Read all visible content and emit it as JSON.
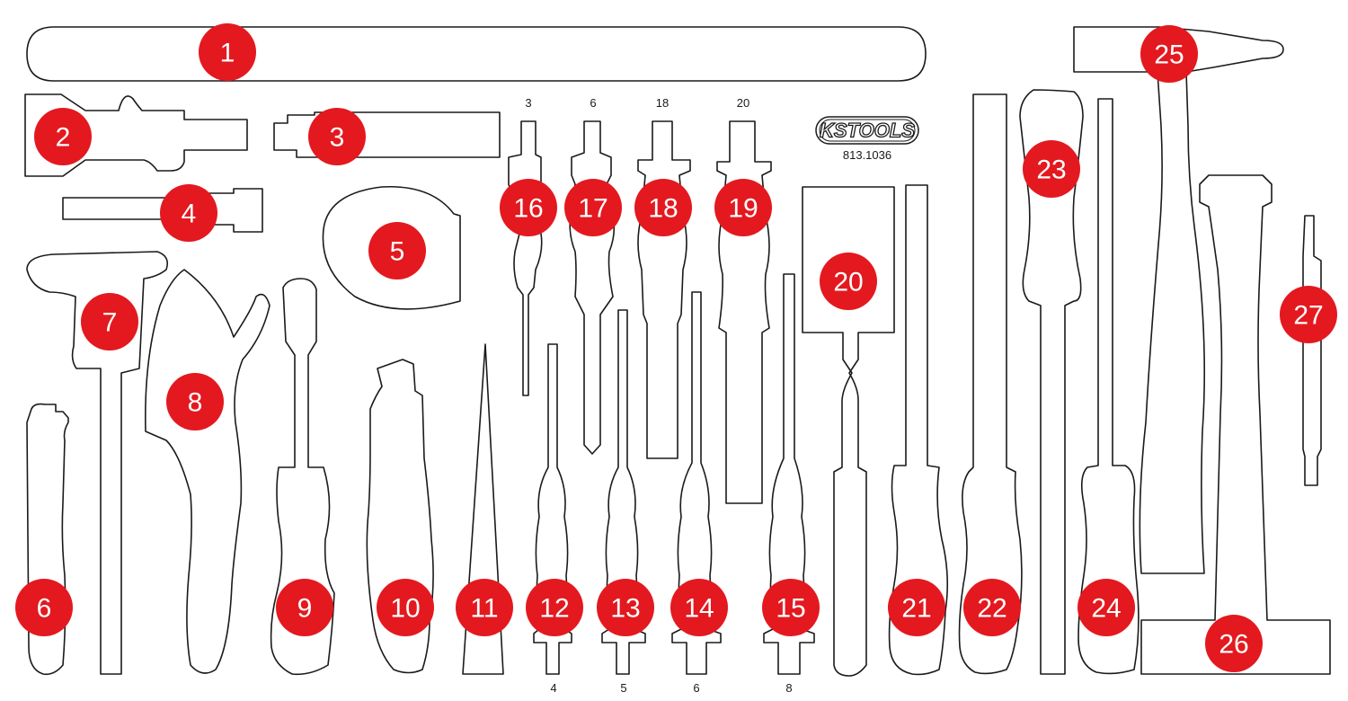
{
  "brand": {
    "logo_text": "KSTOOLS",
    "article_number": "813.1036",
    "badge_color": "#e3191f",
    "outline_color": "#1a1a1a"
  },
  "labels": {
    "top_sizes": [
      "3",
      "6",
      "18",
      "20"
    ],
    "bottom_sizes": [
      "4",
      "5",
      "6",
      "8"
    ]
  },
  "badges": [
    {
      "id": "1",
      "label": "1"
    },
    {
      "id": "2",
      "label": "2"
    },
    {
      "id": "3",
      "label": "3"
    },
    {
      "id": "4",
      "label": "4"
    },
    {
      "id": "5",
      "label": "5"
    },
    {
      "id": "6",
      "label": "6"
    },
    {
      "id": "7",
      "label": "7"
    },
    {
      "id": "8",
      "label": "8"
    },
    {
      "id": "9",
      "label": "9"
    },
    {
      "id": "10",
      "label": "10"
    },
    {
      "id": "11",
      "label": "11"
    },
    {
      "id": "12",
      "label": "12"
    },
    {
      "id": "13",
      "label": "13"
    },
    {
      "id": "14",
      "label": "14"
    },
    {
      "id": "15",
      "label": "15"
    },
    {
      "id": "16",
      "label": "16"
    },
    {
      "id": "17",
      "label": "17"
    },
    {
      "id": "18",
      "label": "18"
    },
    {
      "id": "19",
      "label": "19"
    },
    {
      "id": "20",
      "label": "20"
    },
    {
      "id": "21",
      "label": "21"
    },
    {
      "id": "22",
      "label": "22"
    },
    {
      "id": "23",
      "label": "23"
    },
    {
      "id": "24",
      "label": "24"
    },
    {
      "id": "25",
      "label": "25"
    },
    {
      "id": "26",
      "label": "26"
    },
    {
      "id": "27",
      "label": "27"
    }
  ]
}
